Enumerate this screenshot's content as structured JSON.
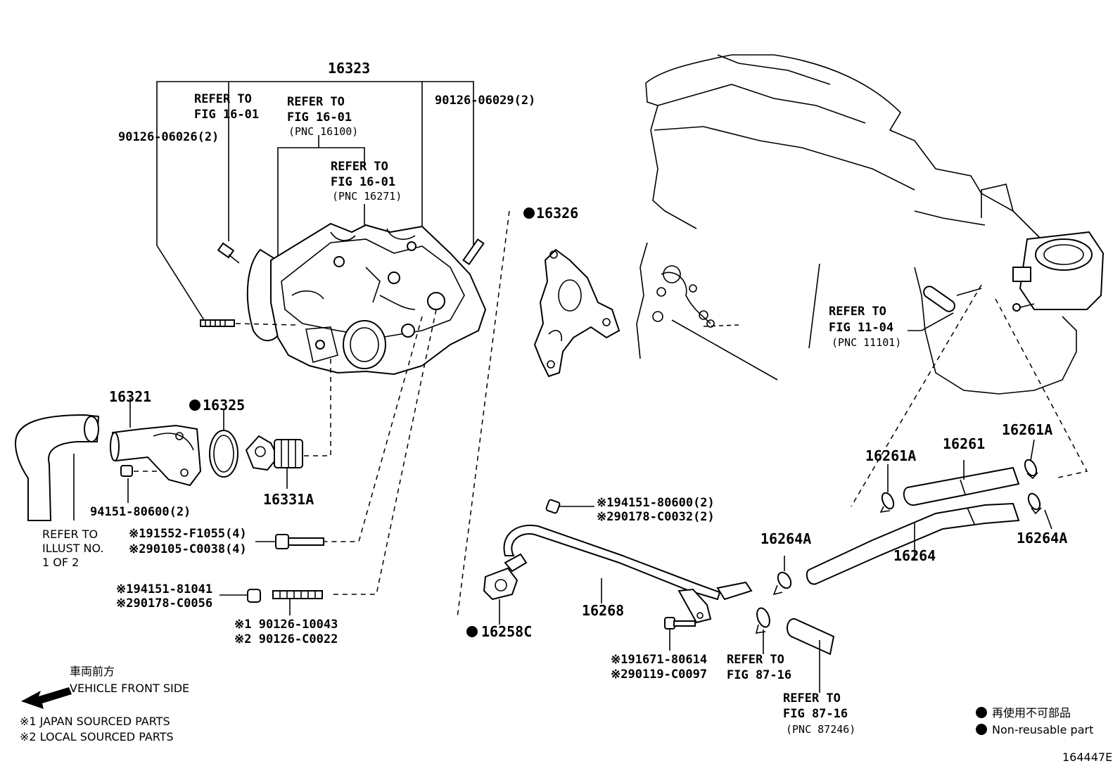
{
  "labels": {
    "p16323": "16323",
    "refer_fig1601_a_1": "REFER TO",
    "refer_fig1601_a_2": "FIG 16-01",
    "refer_fig1601_b_1": "REFER TO",
    "refer_fig1601_b_2": "FIG 16-01",
    "refer_fig1601_b_3": "(PNC 16100)",
    "refer_fig1601_c_1": "REFER TO",
    "refer_fig1601_c_2": "FIG 16-01",
    "refer_fig1601_c_3": "(PNC 16271)",
    "stud_left": "90126-06026(2)",
    "stud_right": "90126-06029(2)",
    "p16326": "16326",
    "refer_fig1104_1": "REFER TO",
    "refer_fig1104_2": "FIG 11-04",
    "refer_fig1104_3": "(PNC 11101)",
    "p16321": "16321",
    "p16325": "16325",
    "p16331A": "16331A",
    "nut_94151": "94151-80600(2)",
    "refer_illust_1": "REFER TO",
    "refer_illust_2": "ILLUST NO.",
    "refer_illust_3": "1 OF 2",
    "bolt_191552": "※191552-F1055(4)",
    "bolt_290105": "※290105-C0038(4)",
    "nut_194151_81041": "※194151-81041",
    "nut_290178_c0056": "※290178-C0056",
    "stud_90126_10043": "※1 90126-10043",
    "stud_90126_c0022": "※2 90126-C0022",
    "nut_194151_80600": "※194151-80600(2)",
    "nut_290178_c0032": "※290178-C0032(2)",
    "p16268": "16268",
    "p16258C": "16258C",
    "bolt_191671": "※191671-80614",
    "bolt_290119": "※290119-C0097",
    "refer_fig8716_a_1": "REFER TO",
    "refer_fig8716_a_2": "FIG 87-16",
    "refer_fig8716_b_1": "REFER TO",
    "refer_fig8716_b_2": "FIG 87-16",
    "refer_fig8716_b_3": "(PNC 87246)",
    "p16261A_left": "16261A",
    "p16261": "16261",
    "p16261A_right": "16261A",
    "p16264A_left": "16264A",
    "p16264": "16264",
    "p16264A_right": "16264A",
    "front_jp": "車両前方",
    "front_en": "VEHICLE FRONT SIDE",
    "note1": "※1 JAPAN SOURCED PARTS",
    "note2": "※2 LOCAL SOURCED PARTS",
    "legend_jp": "再使用不可部品",
    "legend_en": "Non-reusable part",
    "figure_id": "164447E"
  }
}
